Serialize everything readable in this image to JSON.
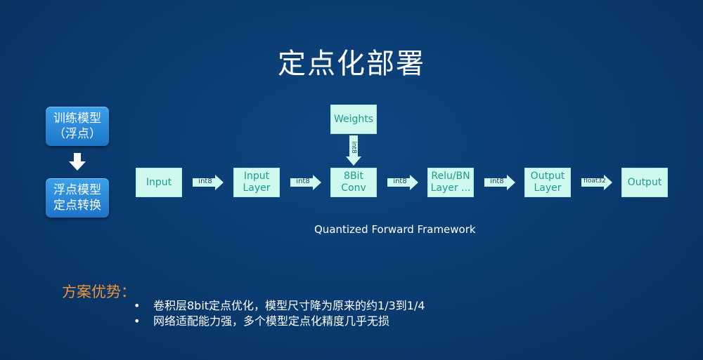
{
  "title": "定点化部署",
  "left_steps": [
    {
      "label": "训练模型\n（浮点）"
    },
    {
      "label": "浮点模型\n定点转换"
    }
  ],
  "pipeline": {
    "nodes": [
      {
        "label": "Input"
      },
      {
        "label": "Input\nLayer"
      },
      {
        "label": "8Bit\nConv"
      },
      {
        "label": "Relu/BN\nLayer ..."
      },
      {
        "label": "Output\nLayer"
      },
      {
        "label": "Output"
      }
    ],
    "edge_labels": [
      "int8",
      "int8",
      "int8",
      "int8",
      "float32"
    ],
    "weights": {
      "label": "Weights",
      "edge_label": "int8"
    },
    "caption": "Quantized Forward Framework"
  },
  "advantages": {
    "title": "方案优势：",
    "bullet_symbol": "•",
    "items": [
      "卷积层8bit定点优化，模型尺寸降为原来的约1/3到1/4",
      "网络适配能力强，多个模型定点化精度几乎无损"
    ]
  },
  "colors": {
    "background": "#0a3a6e",
    "box_fill": "#cff8ef",
    "box_text": "#1a9e88",
    "side_box": "#2a8ad9",
    "accent": "#f0923a"
  }
}
